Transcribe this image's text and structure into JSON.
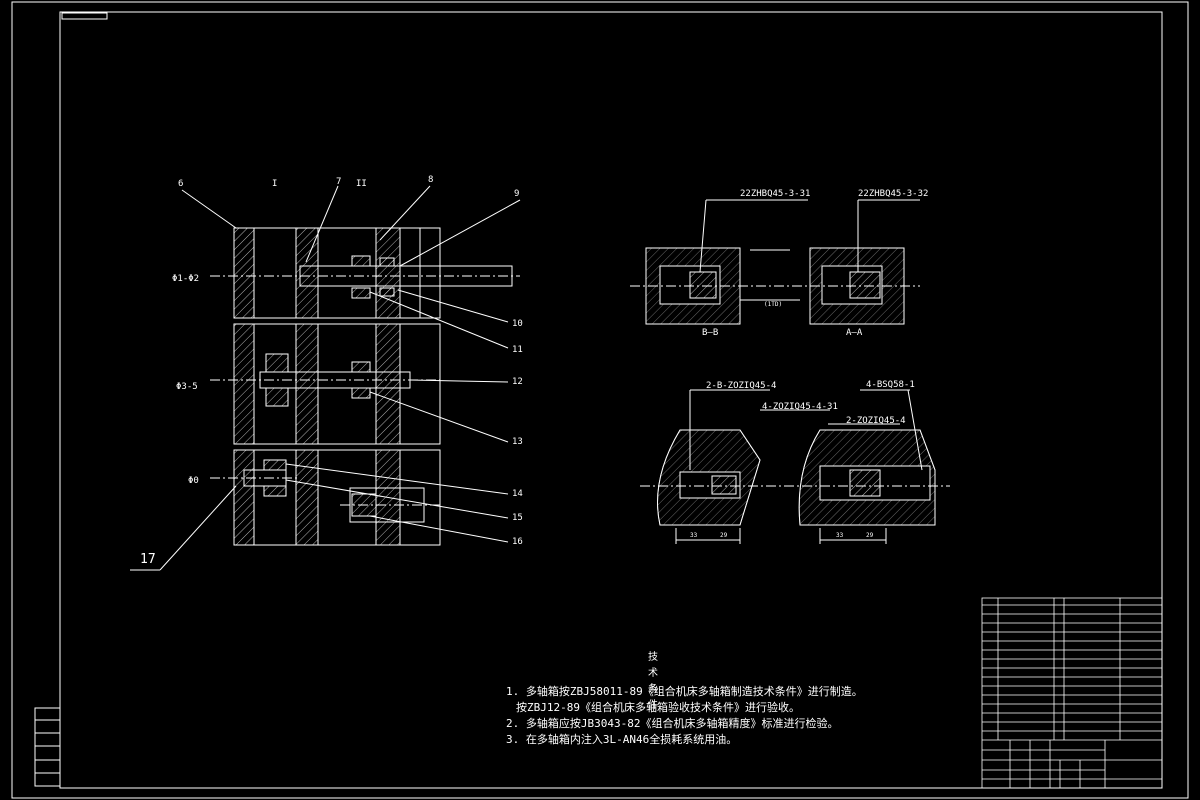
{
  "labels": {
    "p6": "6",
    "pI": "I",
    "p7": "7",
    "pII": "II",
    "p8": "8",
    "p9": "9",
    "p10": "10",
    "p11": "11",
    "p12": "12",
    "p13": "13",
    "p14": "14",
    "p15": "15",
    "p16": "16",
    "p17": "17",
    "row1": "Φ1-Φ2",
    "row2": "Φ3-5",
    "row3": "Φ0"
  },
  "sections": {
    "bb": "B—B",
    "aa": "A—A",
    "ref1": "22ZHBQ45-3-31",
    "ref2": "22ZHBQ45-3-32",
    "ref3": "2-B-ZOZIQ45-4",
    "ref4": "4-ZOZIQ45-4-31",
    "ref5": "2-ZOZIQ45-4",
    "ref6": "4-BSQ58-1",
    "td": "(1TD)",
    "dim1": "33",
    "dim2": "29",
    "dim3": "33",
    "dim4": "29"
  },
  "notes": {
    "title": "技术条件",
    "line1": "1. 多轴箱按ZBJ58011-89《组合机床多轴箱制造技术条件》进行制造。",
    "line1b": "按ZBJ12-89《组合机床多轴箱验收技术条件》进行验收。",
    "line2": "2. 多轴箱应按JB3043-82《组合机床多轴箱精度》标准进行检验。",
    "line3": "3. 在多轴箱内注入3L-AN46全损耗系统用油。"
  },
  "colors": {
    "line": "#ffffff",
    "background": "#000000"
  }
}
